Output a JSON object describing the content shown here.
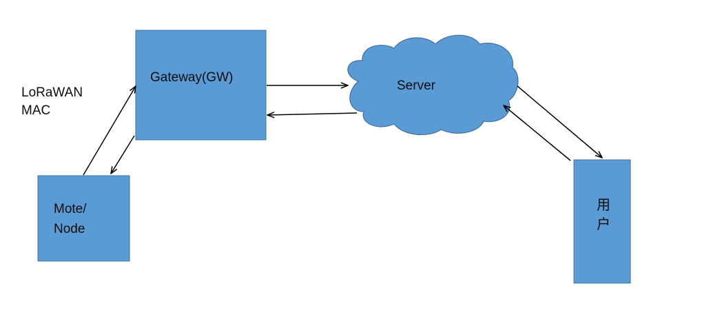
{
  "colors": {
    "node_fill": "#5b9bd5",
    "node_stroke": "#41719c",
    "arrow": "#000000",
    "text": "#0d0d0d"
  },
  "annotation": {
    "line1": "LoRaWAN",
    "line2": "MAC"
  },
  "nodes": {
    "gateway": {
      "label": "Gateway(GW)",
      "shape": "rectangle"
    },
    "server": {
      "label": "Server",
      "shape": "cloud"
    },
    "mote": {
      "label_line1": "Mote/",
      "label_line2": "Node",
      "shape": "rectangle"
    },
    "user": {
      "label_line1": "用",
      "label_line2": "户",
      "shape": "rectangle"
    }
  },
  "edges": [
    {
      "from": "mote",
      "to": "gateway"
    },
    {
      "from": "gateway",
      "to": "mote"
    },
    {
      "from": "gateway",
      "to": "server"
    },
    {
      "from": "server",
      "to": "gateway"
    },
    {
      "from": "server",
      "to": "user"
    },
    {
      "from": "user",
      "to": "server"
    }
  ]
}
